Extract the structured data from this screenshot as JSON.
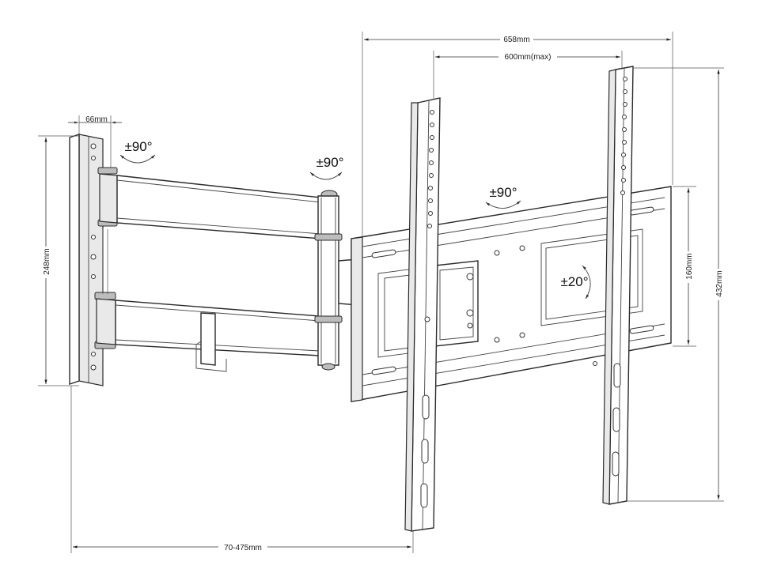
{
  "dimensions": {
    "d_658": "658mm",
    "d_600": "600mm(max)",
    "d_66": "66mm",
    "d_248": "248mm",
    "d_160": "160mm",
    "d_432": "432mm",
    "d_70_475": "70-475mm"
  },
  "angles": {
    "wall_swivel": "±90°",
    "arm_swivel": "±90°",
    "plate_swivel": "±90°",
    "tilt": "±20°"
  }
}
